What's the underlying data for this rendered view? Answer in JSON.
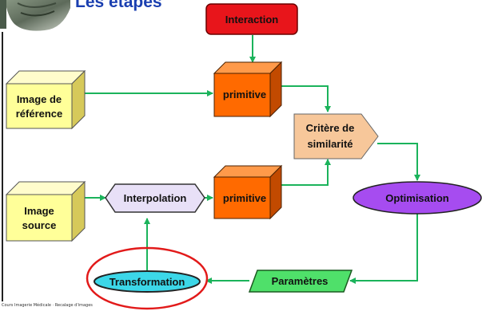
{
  "title": "Les étapes",
  "nodes": {
    "interaction": "Interaction",
    "primitive_top": "primitive",
    "primitive_bottom": "primitive",
    "image_reference": "Image de référence",
    "image_source": "Image source",
    "interpolation": "Interpolation",
    "critere": "Critère de similarité",
    "optimisation": "Optimisation",
    "parametres": "Paramètres",
    "transformation": "Transformation"
  },
  "footer": "Cours Imagerie Médicale · Recalage d'images",
  "colors": {
    "interaction_fill": "#e8151b",
    "cube_yellow": "#ffff99",
    "cube_orange": "#ff6a00",
    "critere_fill": "#f7c79a",
    "interpolation_fill": "#e8e0f7",
    "optimisation_fill": "#a64cf0",
    "parametres_fill": "#4fe06a",
    "transformation_fill": "#3cd7e8",
    "arrow": "#1bb35b",
    "title": "#1a3fb0",
    "highlight_ring": "#e21a1a"
  }
}
